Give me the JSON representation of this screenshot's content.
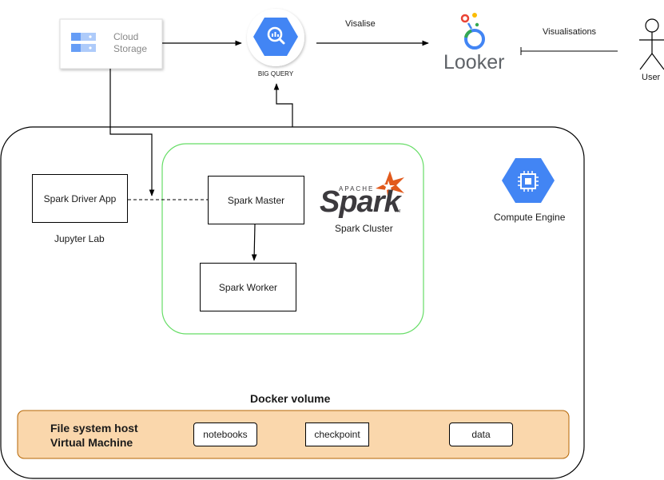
{
  "nodes": {
    "cloud_storage": {
      "label_line1": "Cloud",
      "label_line2": "Storage"
    },
    "bigquery": {
      "label": "BIG QUERY"
    },
    "looker": {
      "label": "Looker"
    },
    "user": {
      "label": "User"
    },
    "spark_driver": {
      "label": "Spark Driver App"
    },
    "jupyter": {
      "label": "Jupyter Lab"
    },
    "spark_master": {
      "label": "Spark Master"
    },
    "spark_worker": {
      "label": "Spark Worker"
    },
    "spark_logo": {
      "small": "APACHE",
      "big": "Spark",
      "tm": "TM"
    },
    "spark_cluster": {
      "label": "Spark Cluster"
    },
    "compute_engine": {
      "label": "Compute Engine"
    },
    "docker_volume": {
      "label": "Docker volume"
    },
    "file_system": {
      "line1": "File system host",
      "line2": "Virtual Machine"
    },
    "notebooks": {
      "label": "notebooks"
    },
    "checkpoint": {
      "label": "checkpoint"
    },
    "data": {
      "label": "data"
    }
  },
  "edges": {
    "visualise": {
      "label": "Visalise"
    },
    "visualisations": {
      "label": "Visualisations"
    }
  },
  "colors": {
    "bigquery_blue": "#4285f4",
    "cluster_green": "#66dd66",
    "volume_fill": "#fad7ac",
    "volume_border": "#b46504",
    "spark_orange": "#e25a1c",
    "spark_gray": "#3c3a3e"
  }
}
